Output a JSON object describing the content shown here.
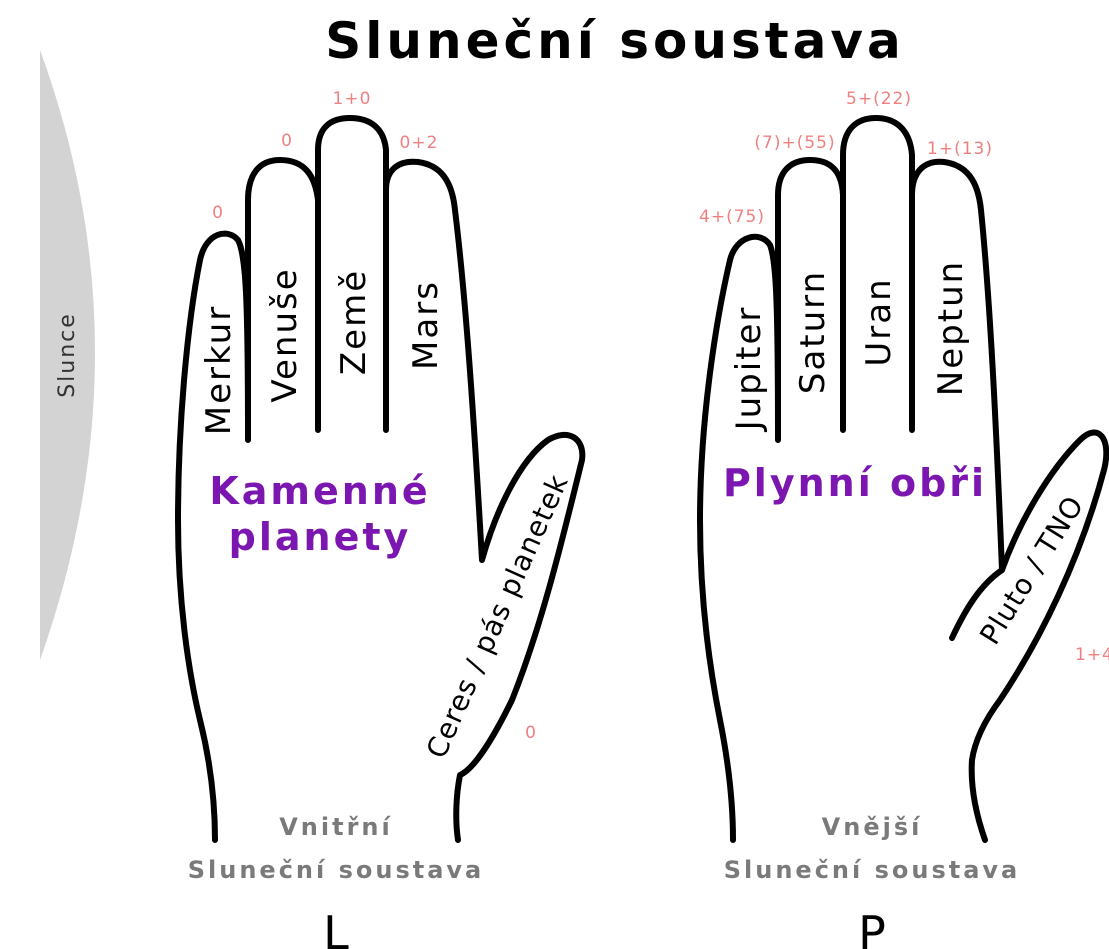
{
  "title": "Sluneční soustava",
  "sun": {
    "label": "Slunce",
    "color": "#d3d3d3"
  },
  "colors": {
    "moon_count": "#f08080",
    "group_label": "#7b16b0",
    "region_label": "#7a7a7a"
  },
  "left_hand": {
    "letter": "L",
    "group_label_line1": "Kamenné",
    "group_label_line2": "planety",
    "region_line1": "Vnitřní",
    "region_line2": "Sluneční soustava",
    "fingers": [
      {
        "name": "Merkur",
        "moons": "0"
      },
      {
        "name": "Venuše",
        "moons": "0"
      },
      {
        "name": "Země",
        "moons": "1+0"
      },
      {
        "name": "Mars",
        "moons": "0+2"
      }
    ],
    "thumb": {
      "name": "Ceres / pás planetek",
      "moons": "0"
    }
  },
  "right_hand": {
    "letter": "P",
    "group_label": "Plynní obři",
    "region_line1": "Vnější",
    "region_line2": "Sluneční soustava",
    "fingers": [
      {
        "name": "Jupiter",
        "moons": "4+(75)"
      },
      {
        "name": "Saturn",
        "moons": "(7)+(55)"
      },
      {
        "name": "Uran",
        "moons": "5+(22)"
      },
      {
        "name": "Neptun",
        "moons": "1+(13)"
      }
    ],
    "thumb": {
      "name": "Pluto / TNO",
      "moons": "1+4"
    }
  }
}
